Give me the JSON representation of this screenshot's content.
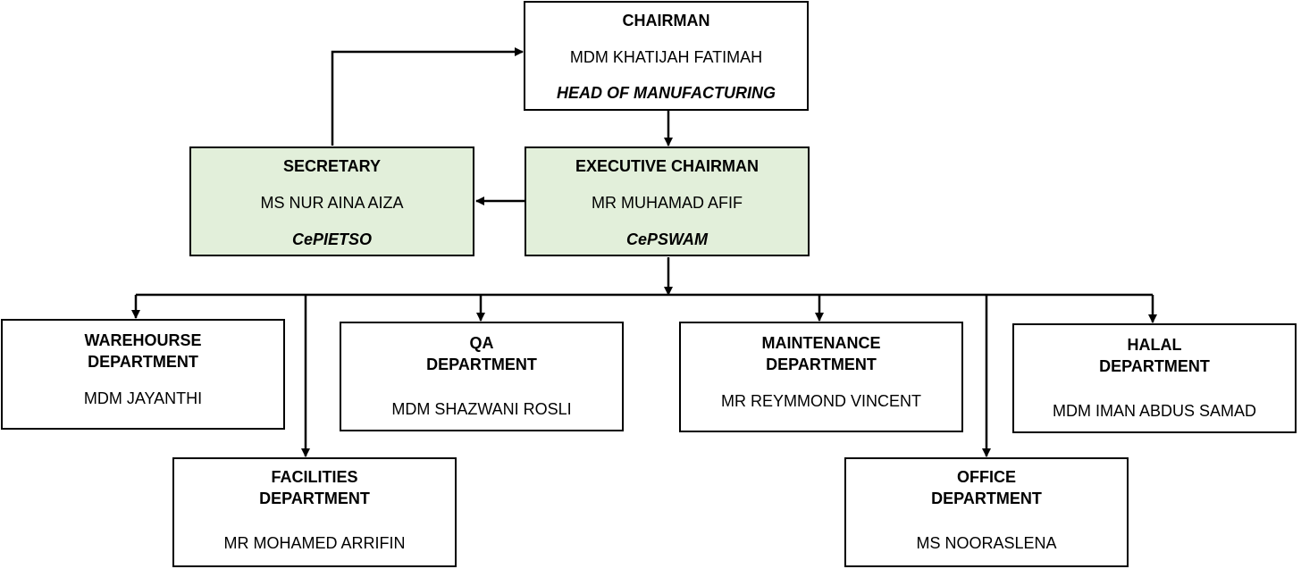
{
  "chairman": {
    "title": "CHAIRMAN",
    "name": "MDM KHATIJAH FATIMAH",
    "role": "HEAD OF MANUFACTURING"
  },
  "executive": {
    "title": "EXECUTIVE CHAIRMAN",
    "name": "MR MUHAMAD AFIF",
    "role": "CePSWAM"
  },
  "secretary": {
    "title": "SECRETARY",
    "name": "MS NUR AINA AIZA",
    "role": "CePIETSO"
  },
  "departments": {
    "warehouse": {
      "title1": "WAREHOURSE",
      "title2": "DEPARTMENT",
      "name": "MDM JAYANTHI"
    },
    "qa": {
      "title1": "QA",
      "title2": "DEPARTMENT",
      "name": "MDM SHAZWANI ROSLI"
    },
    "maintenance": {
      "title1": "MAINTENANCE",
      "title2": "DEPARTMENT",
      "name": "MR REYMMOND VINCENT"
    },
    "halal": {
      "title1": "HALAL",
      "title2": "DEPARTMENT",
      "name": "MDM IMAN ABDUS SAMAD"
    },
    "facilities": {
      "title1": "FACILITIES",
      "title2": "DEPARTMENT",
      "name": "MR MOHAMED ARRIFIN"
    },
    "office": {
      "title1": "OFFICE",
      "title2": "DEPARTMENT",
      "name": "MS NOORASLENA"
    }
  },
  "colors": {
    "highlight_box": "#e2efda",
    "line": "#000000"
  }
}
